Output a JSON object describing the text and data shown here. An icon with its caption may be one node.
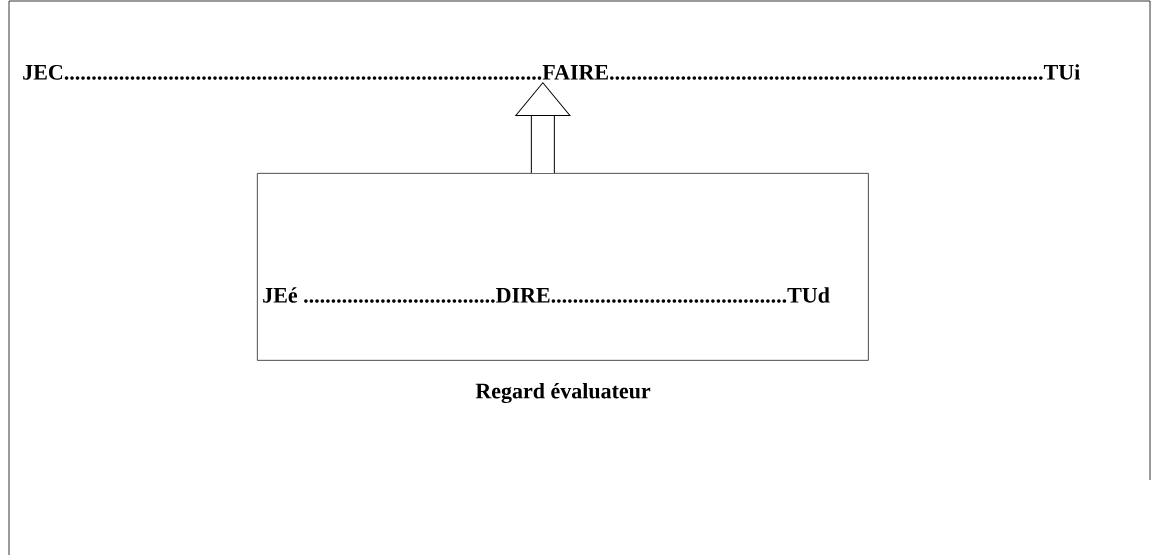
{
  "diagram": {
    "nodes": [
      {
        "text": [
          "JEC.......................................................................................FAIRE...............................................................................TUi"
        ]
      },
      {
        "text": [
          "JEé ...................................DIRE...........................................TUd"
        ],
        "beside": [
          "Regard évaluateur"
        ]
      }
    ],
    "edges": [
      {
        "from": 1,
        "to": 0,
        "arrow": "to"
      }
    ]
  }
}
